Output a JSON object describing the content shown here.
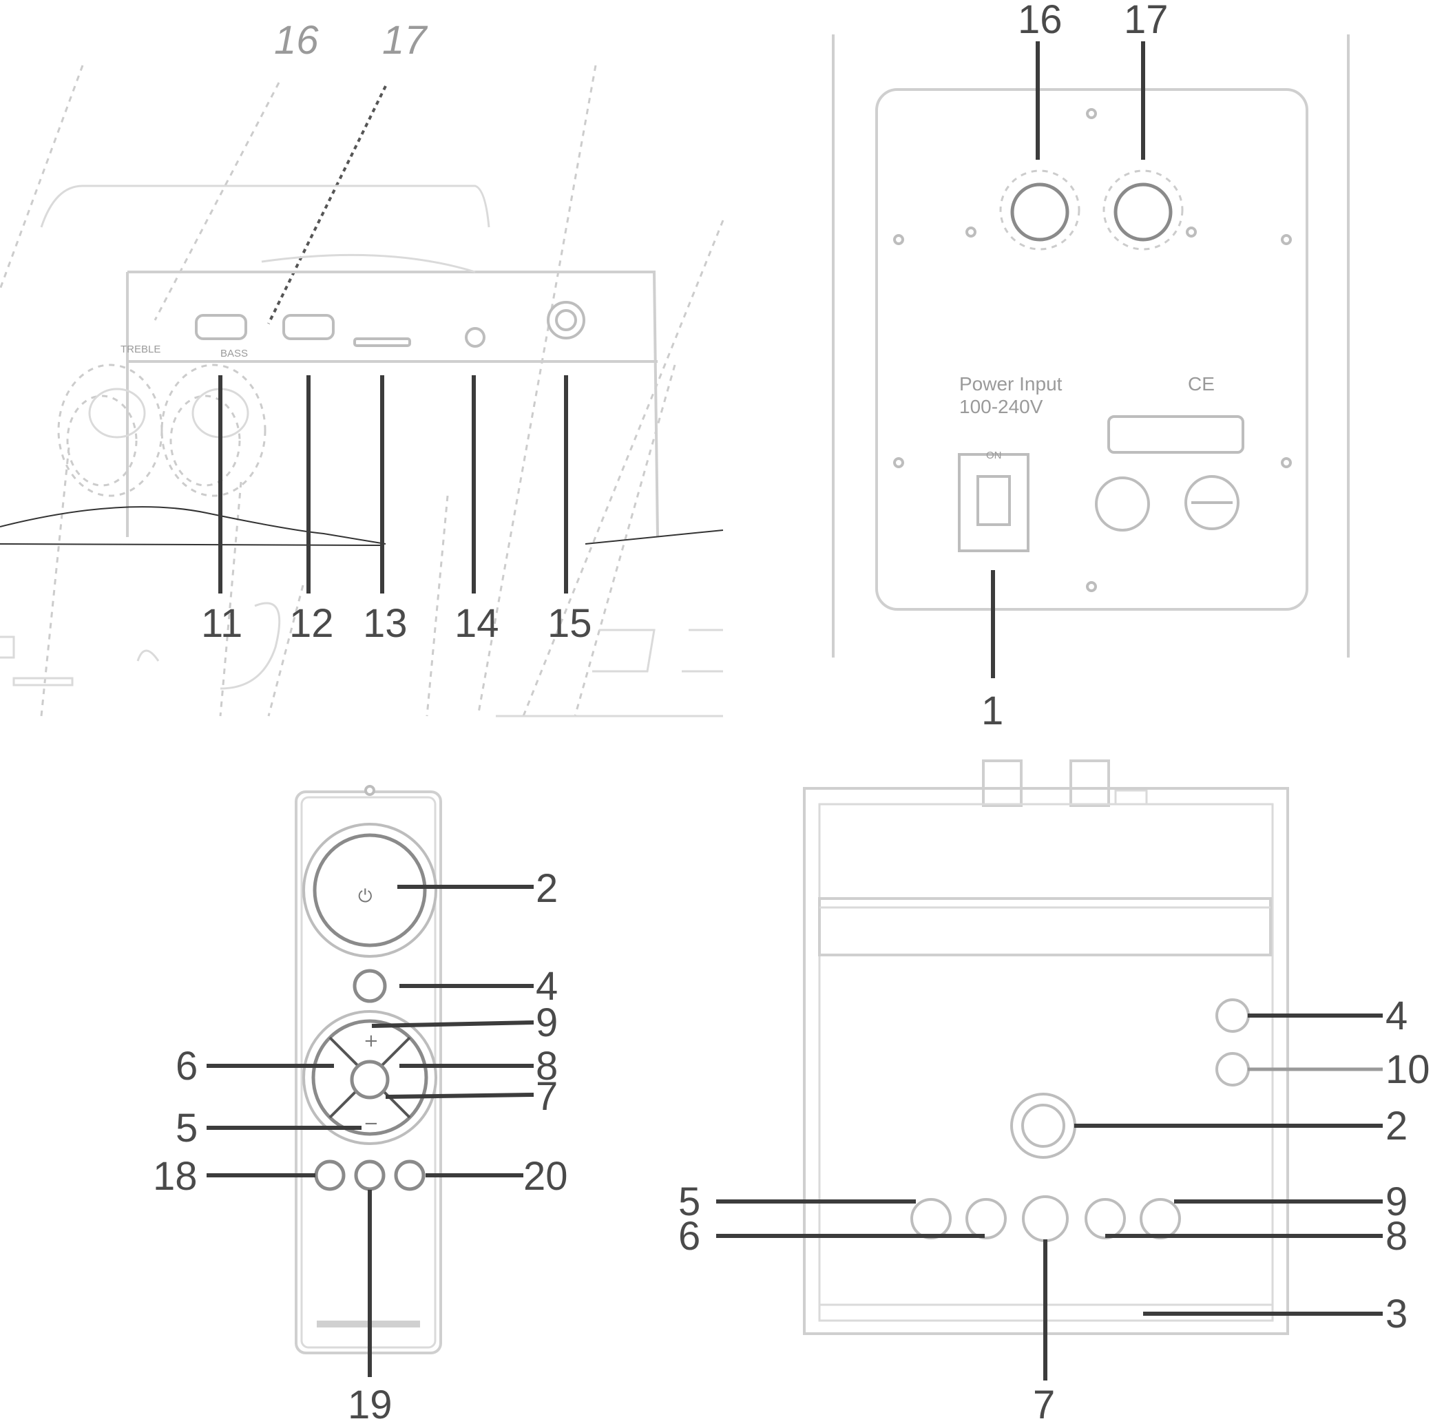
{
  "panel_top_left": {
    "callouts": [
      "16",
      "17",
      "11",
      "12",
      "13",
      "14",
      "15"
    ],
    "knob_labels": {
      "treble": "TREBLE",
      "bass": "BASS"
    }
  },
  "panel_top_right": {
    "callouts": [
      "16",
      "17",
      "1"
    ],
    "power_text": [
      "Power Input",
      "100-240V"
    ],
    "switch_label": "ON"
  },
  "remote": {
    "callouts_right": [
      "2",
      "4",
      "9",
      "8",
      "7",
      "20"
    ],
    "callouts_left": [
      "6",
      "5",
      "18"
    ],
    "callout_bottom": "19",
    "plus_glyph": "+",
    "minus_glyph": "−"
  },
  "unit_front": {
    "callouts_right": [
      "4",
      "10",
      "2",
      "9",
      "8",
      "3"
    ],
    "callouts_left": [
      "5",
      "6"
    ],
    "callout_bottom": "7"
  }
}
